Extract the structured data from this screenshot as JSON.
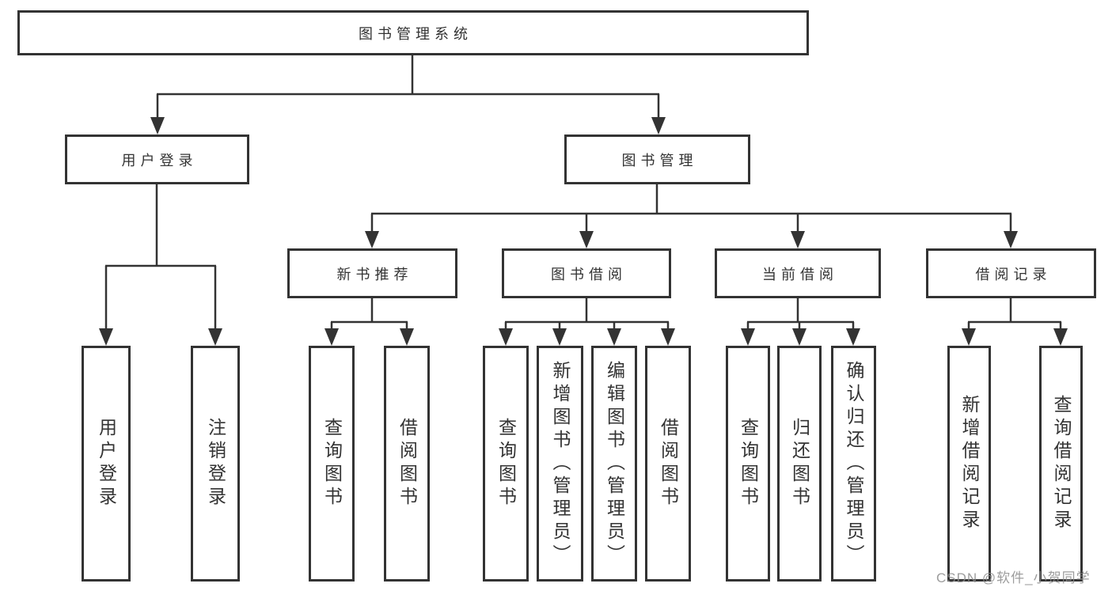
{
  "diagram": {
    "type": "hierarchy-tree",
    "root": {
      "label": "图书管理系统"
    },
    "branches": [
      {
        "label": "用户登录",
        "leaves": [
          {
            "label": "用户登录"
          },
          {
            "label": "注销登录"
          }
        ]
      },
      {
        "label": "图书管理",
        "groups": [
          {
            "label": "新书推荐",
            "leaves": [
              {
                "label": "查询图书"
              },
              {
                "label": "借阅图书"
              }
            ]
          },
          {
            "label": "图书借阅",
            "leaves": [
              {
                "label": "查询图书"
              },
              {
                "label": "新增图书（管理员）"
              },
              {
                "label": "编辑图书（管理员）"
              },
              {
                "label": "借阅图书"
              }
            ]
          },
          {
            "label": "当前借阅",
            "leaves": [
              {
                "label": "查询图书"
              },
              {
                "label": "归还图书"
              },
              {
                "label": "确认归还（管理员）"
              }
            ]
          },
          {
            "label": "借阅记录",
            "leaves": [
              {
                "label": "新增借阅记录"
              },
              {
                "label": "查询借阅记录"
              }
            ]
          }
        ]
      }
    ]
  },
  "watermark": "CSDN @软件_小贺同学",
  "colors": {
    "line": "#333333",
    "text": "#333333",
    "box_background": "#ffffff",
    "page_background": "#ffffff",
    "watermark": "#8c8c8c"
  }
}
